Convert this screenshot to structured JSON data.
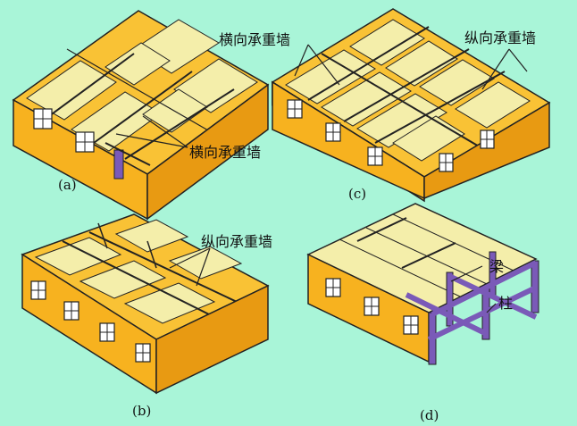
{
  "captions": {
    "a": "(a)",
    "b": "(b)",
    "c": "(c)",
    "d": "(d)"
  },
  "labels": {
    "a_transverse": "横向承重墙",
    "b_longitudinal": "纵向承重墙",
    "c_transverse": "横向承重墙",
    "c_longitudinal": "纵向承重墙",
    "d_beam": "梁",
    "d_column": "柱"
  },
  "colors": {
    "background": "#a9f5d8",
    "wall_front": "#f7b21f",
    "wall_side": "#e89a12",
    "wall_top": "#f9c235",
    "slab": "#f4eeaa",
    "frame": "#7a5ab8",
    "outline": "#222222"
  }
}
